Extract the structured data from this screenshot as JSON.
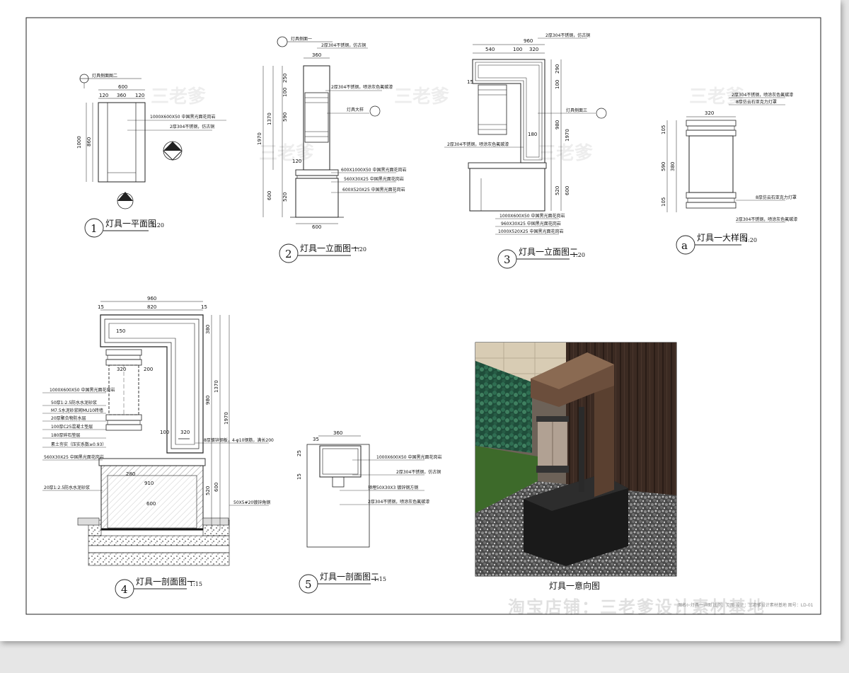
{
  "drawings": [
    {
      "num": "1",
      "title": "灯具一平面图",
      "scale": "1:20"
    },
    {
      "num": "2",
      "title": "灯具一立面图一",
      "scale": "1:20"
    },
    {
      "num": "3",
      "title": "灯具一立面图二",
      "scale": "1:20"
    },
    {
      "num": "a",
      "title": "灯具一大样图",
      "scale": "1:20"
    },
    {
      "num": "4",
      "title": "灯具一剖面图一",
      "scale": "1:15"
    },
    {
      "num": "5",
      "title": "灯具一剖面图二",
      "scale": "1:15"
    }
  ],
  "render": {
    "caption": "灯具一意向图"
  },
  "watermarks": {
    "mark": "三老爹",
    "shop": "淘宝店铺：三老爹设计素材基地"
  },
  "plan1": {
    "dims": {
      "d600": "600",
      "d120a": "120",
      "d360": "360",
      "d120b": "120",
      "d1000": "1000",
      "d860": "860"
    },
    "notes": [
      "1000X600X50 中国黑光面花岗岩",
      "2厚304不锈钢，仿古铜"
    ],
    "ref": "灯具侧面图二"
  },
  "elev1": {
    "dims": {
      "d360": "360",
      "d250": "250",
      "d100": "100",
      "d590": "590",
      "d1370": "1370",
      "d600": "600",
      "d1970": "1970",
      "d520": "520",
      "d120": "120",
      "w600": "600"
    },
    "notes": [
      "2厚304不锈钢，仿古铜",
      "2厚304不锈钢，喷涂灰色氟碳漆",
      "灯具大样",
      "600X1000X50 中国黑光面花岗岩",
      "560X30X25 中国黑光面花岗岩",
      "600X520X25 中国黑光面花岗岩"
    ],
    "ref": "灯具侧面一"
  },
  "elev2": {
    "dims": {
      "d960": "960",
      "d540": "540",
      "d100": "100",
      "d320": "320",
      "d290": "290",
      "d100b": "100",
      "d15": "15",
      "d180": "180",
      "d980": "980",
      "d1970": "1970",
      "d600": "600",
      "d520": "520"
    },
    "notes": [
      "2厚304不锈钢，仿古铜",
      "灯具侧面三",
      "2厚304不锈钢，喷涂灰色氟碳漆",
      "1000X600X50 中国黑光面花岗岩",
      "960X30X25 中国黑光面花岗岩",
      "1000X520X25 中国黑光面花岗岩"
    ]
  },
  "detailA": {
    "dims": {
      "d320": "320",
      "d105a": "105",
      "d590": "590",
      "d380": "380",
      "d105b": "105"
    },
    "notes": [
      "2厚304不锈钢，喷涂灰色氟碳漆",
      "8厚仿云石亚克力灯罩",
      "8厚仿云石亚克力灯罩",
      "2厚304不锈钢，喷涂灰色氟碳漆"
    ]
  },
  "section1": {
    "dims": {
      "d960": "960",
      "d820": "820",
      "d15a": "15",
      "d15b": "15",
      "d150": "150",
      "d380": "380",
      "d1370": "1370",
      "d1970": "1970",
      "d320": "320",
      "d200": "200",
      "d100": "100",
      "d320b": "320",
      "d980": "980",
      "d280": "280",
      "d600": "600",
      "d520": "520",
      "d910": "910",
      "d600b": "600"
    },
    "notes": [
      "1000X600X50 中国黑光面花岗岩",
      "50厚1:2.5防水水泥砂浆",
      "M7.5水泥砂浆砌MU10砖墙",
      "20厚聚合物防水层",
      "100厚C25混凝土垫层",
      "180厚碎石垫层",
      "素土夯实（压实系数≥0.93）",
      "560X30X25 中国黑光面花岗岩",
      "20厚1:2.5防水水泥砂浆",
      "8厚镀锌钢板，4-φ10钢筋，满长200",
      "50X5#20镀锌角钢"
    ]
  },
  "section2": {
    "dims": {
      "d360": "360",
      "d35": "35",
      "d25": "25",
      "d15": "15"
    },
    "notes": [
      "1000X600X50 中国黑光面花岗岩",
      "2厚304不锈钢，仿古铜",
      "预埋50X30X3 镀锌钢方钢",
      "2厚304不锈钢，喷涂灰色氟碳漆"
    ]
  },
  "titleBlock": "图名：灯具一详图   比例：见图   设计：三老爹设计素材基地   图号：LD-01"
}
